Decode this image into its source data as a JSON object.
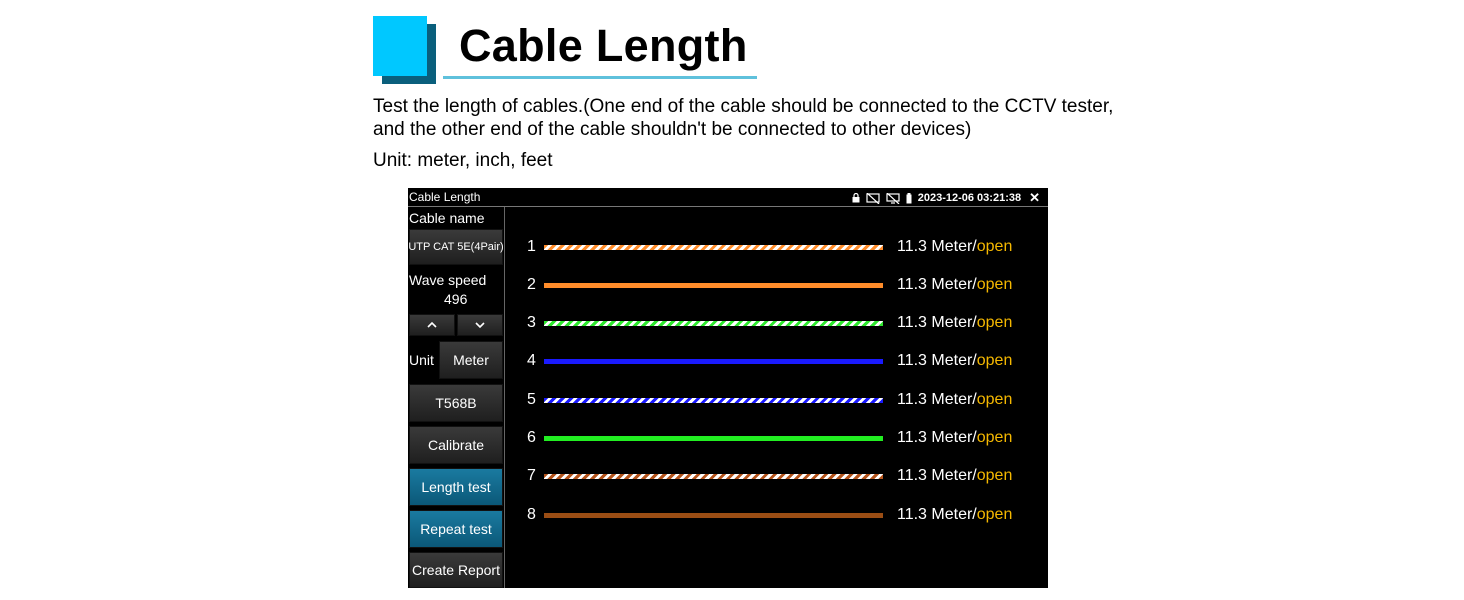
{
  "header": {
    "title": "Cable Length",
    "description_line1": "Test the length of cables.(One end of the cable should be connected to the CCTV tester,",
    "description_line2": "and the other end of the cable shouldn't be connected to other devices)",
    "units_line": "Unit: meter, inch, feet"
  },
  "device": {
    "status_bar": {
      "title": "Cable Length",
      "datetime": "2023-12-06 03:21:38",
      "icons": [
        "lock-icon",
        "no-display-icon",
        "no-monitor-icon",
        "battery-icon",
        "close-icon"
      ]
    },
    "left_panel": {
      "cable_name_label": "Cable name",
      "cable_name_value": "UTP CAT 5E(4Pair)",
      "wave_speed_label": "Wave speed",
      "wave_speed_value": "496",
      "up_symbol": "^",
      "down_symbol": "v",
      "unit_label": "Unit",
      "unit_value": "Meter",
      "standard_button": "T568B",
      "calibrate_button": "Calibrate",
      "length_test_button": "Length test",
      "repeat_test_button": "Repeat test",
      "create_report_button": "Create Report"
    },
    "wires": [
      {
        "num": "1",
        "length": "11.3 Meter/",
        "status": "open",
        "color": "#ff8c2a",
        "striped": true
      },
      {
        "num": "2",
        "length": "11.3 Meter/",
        "status": "open",
        "color": "#ff8c2a",
        "striped": false
      },
      {
        "num": "3",
        "length": "11.3 Meter/",
        "status": "open",
        "color": "#2ee82e",
        "striped": true
      },
      {
        "num": "4",
        "length": "11.3 Meter/",
        "status": "open",
        "color": "#1a1aff",
        "striped": false
      },
      {
        "num": "5",
        "length": "11.3 Meter/",
        "status": "open",
        "color": "#1a1aff",
        "striped": true
      },
      {
        "num": "6",
        "length": "11.3 Meter/",
        "status": "open",
        "color": "#22ee22",
        "striped": false
      },
      {
        "num": "7",
        "length": "11.3 Meter/",
        "status": "open",
        "color": "#b4531a",
        "striped": true
      },
      {
        "num": "8",
        "length": "11.3 Meter/",
        "status": "open",
        "color": "#9a4d14",
        "striped": false
      }
    ]
  },
  "colors": {
    "accent_square": "#00c8ff",
    "accent_shadow": "#0a5f7c",
    "underline": "#5fc1dc",
    "status_text": "#f5b800",
    "active_button": "#0b5878"
  }
}
